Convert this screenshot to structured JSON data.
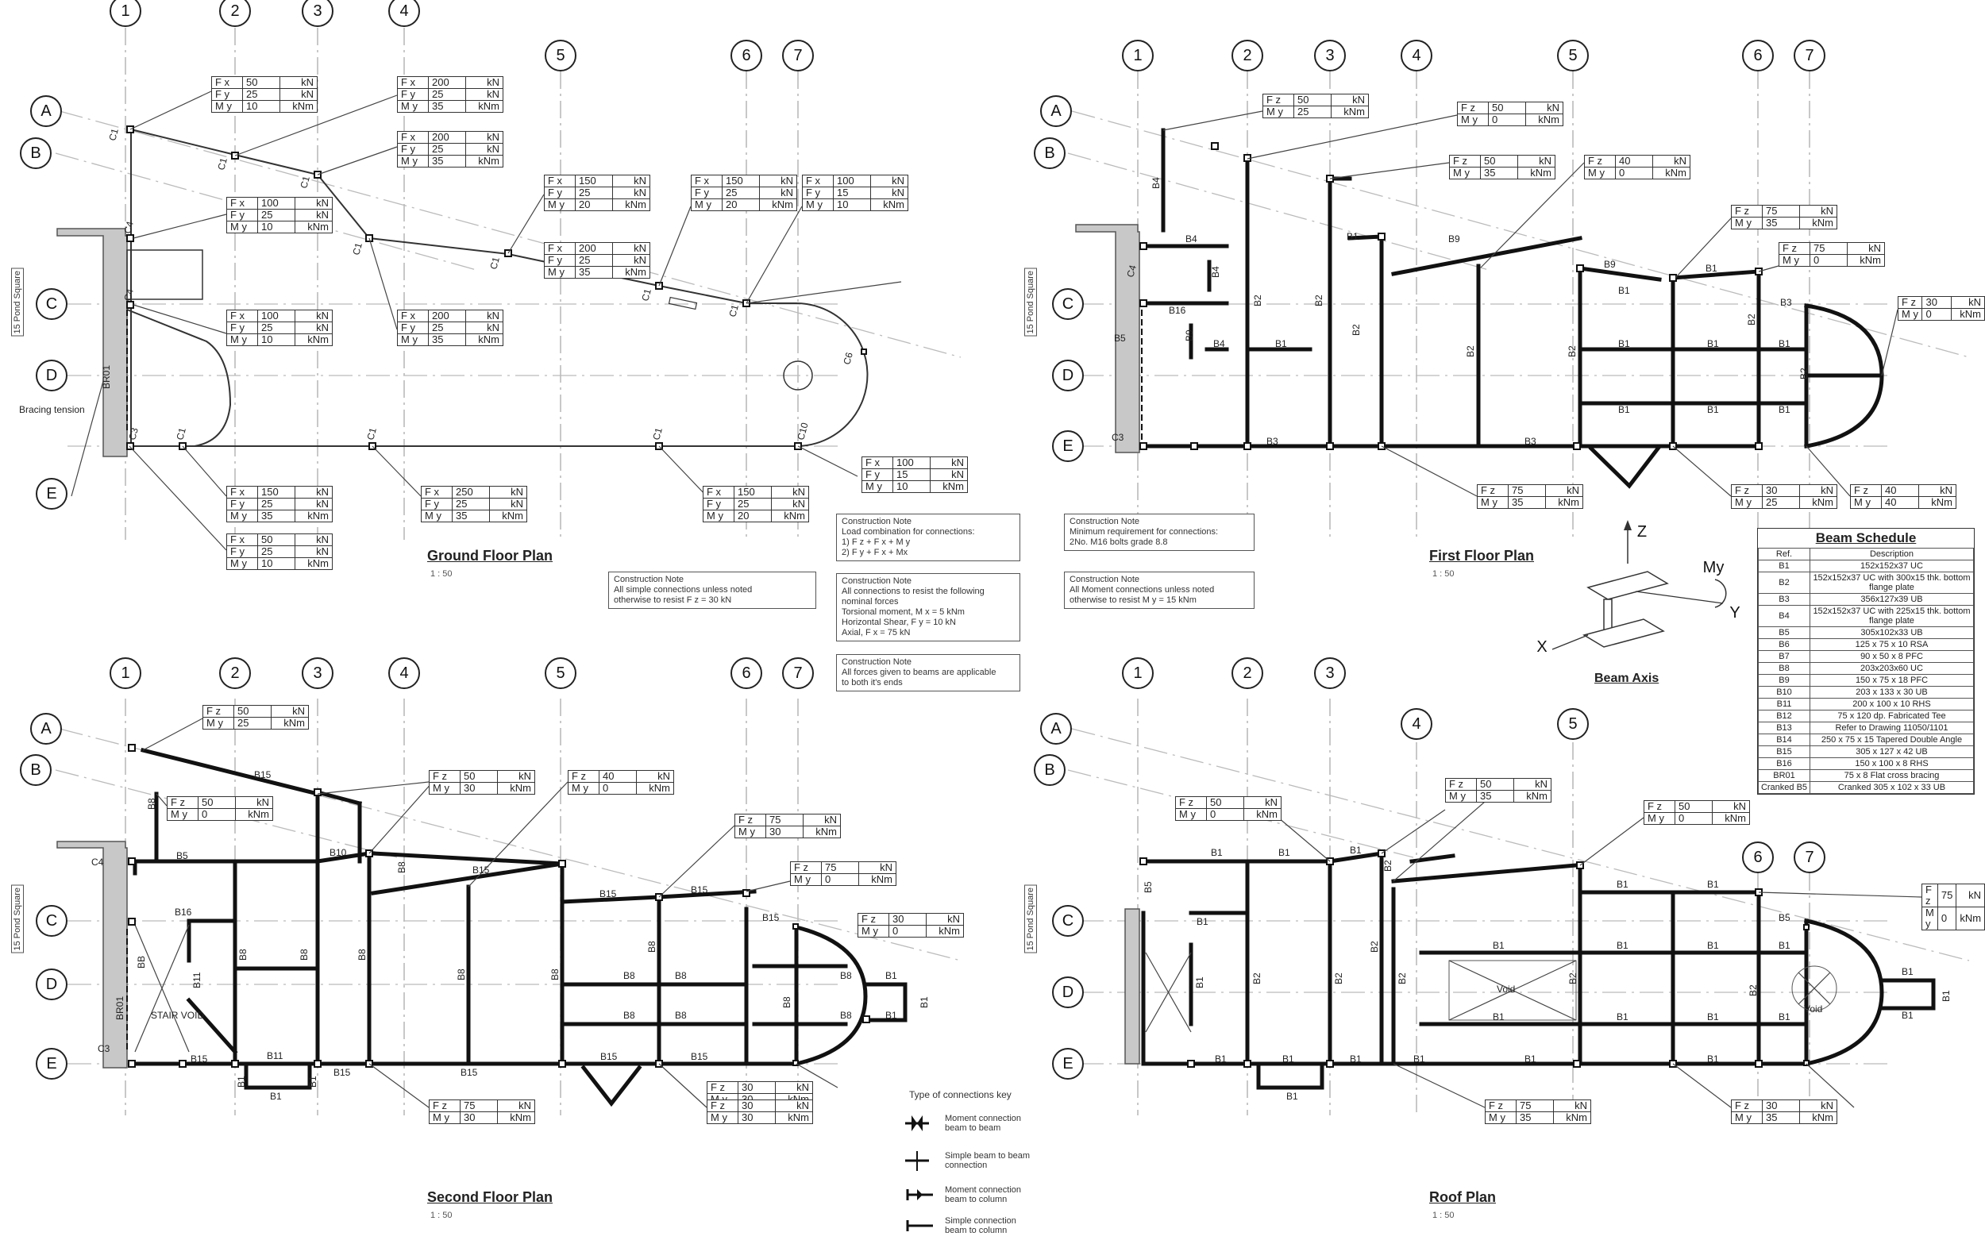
{
  "plans": {
    "ground": {
      "title": "Ground Floor Plan",
      "scale": "1 : 50"
    },
    "first": {
      "title": "First Floor Plan",
      "scale": "1 : 50"
    },
    "second": {
      "title": "Second Floor Plan",
      "scale": "1 : 50"
    },
    "roof": {
      "title": "Roof Plan",
      "scale": "1 : 50"
    }
  },
  "grid": {
    "numbers": [
      "1",
      "2",
      "3",
      "4",
      "5",
      "6",
      "7"
    ],
    "letters": [
      "A",
      "B",
      "C",
      "D",
      "E"
    ]
  },
  "side_label": "15 Pond Square",
  "ground_labels": {
    "bracing": "Bracing tension",
    "br01": "BR01"
  },
  "force_tables": {
    "g1": [
      [
        "F x",
        "50",
        "kN"
      ],
      [
        "F y",
        "25",
        "kN"
      ],
      [
        "M y",
        "10",
        "kNm"
      ]
    ],
    "g2": [
      [
        "F x",
        "200",
        "kN"
      ],
      [
        "F y",
        "25",
        "kN"
      ],
      [
        "M y",
        "35",
        "kNm"
      ]
    ],
    "g3": [
      [
        "F x",
        "200",
        "kN"
      ],
      [
        "F y",
        "25",
        "kN"
      ],
      [
        "M y",
        "35",
        "kNm"
      ]
    ],
    "g4": [
      [
        "F x",
        "100",
        "kN"
      ],
      [
        "F y",
        "25",
        "kN"
      ],
      [
        "M y",
        "10",
        "kNm"
      ]
    ],
    "g5": [
      [
        "F x",
        "200",
        "kN"
      ],
      [
        "F y",
        "25",
        "kN"
      ],
      [
        "M y",
        "35",
        "kNm"
      ]
    ],
    "g6": [
      [
        "F x",
        "150",
        "kN"
      ],
      [
        "F y",
        "25",
        "kN"
      ],
      [
        "M y",
        "20",
        "kNm"
      ]
    ],
    "g7": [
      [
        "F x",
        "150",
        "kN"
      ],
      [
        "F y",
        "25",
        "kN"
      ],
      [
        "M y",
        "20",
        "kNm"
      ]
    ],
    "g8": [
      [
        "F x",
        "100",
        "kN"
      ],
      [
        "F y",
        "15",
        "kN"
      ],
      [
        "M y",
        "10",
        "kNm"
      ]
    ],
    "g9": [
      [
        "F x",
        "100",
        "kN"
      ],
      [
        "F y",
        "25",
        "kN"
      ],
      [
        "M y",
        "10",
        "kNm"
      ]
    ],
    "g10": [
      [
        "F x",
        "200",
        "kN"
      ],
      [
        "F y",
        "25",
        "kN"
      ],
      [
        "M y",
        "35",
        "kNm"
      ]
    ],
    "g11": [
      [
        "F x",
        "100",
        "kN"
      ],
      [
        "F y",
        "15",
        "kN"
      ],
      [
        "M y",
        "10",
        "kNm"
      ]
    ],
    "g12": [
      [
        "F x",
        "150",
        "kN"
      ],
      [
        "F y",
        "25",
        "kN"
      ],
      [
        "M y",
        "35",
        "kNm"
      ]
    ],
    "g13": [
      [
        "F x",
        "250",
        "kN"
      ],
      [
        "F y",
        "25",
        "kN"
      ],
      [
        "M y",
        "35",
        "kNm"
      ]
    ],
    "g14": [
      [
        "F x",
        "150",
        "kN"
      ],
      [
        "F y",
        "25",
        "kN"
      ],
      [
        "M y",
        "20",
        "kNm"
      ]
    ],
    "g15": [
      [
        "F x",
        "50",
        "kN"
      ],
      [
        "F y",
        "25",
        "kN"
      ],
      [
        "M y",
        "10",
        "kNm"
      ]
    ],
    "f1": [
      [
        "F z",
        "50",
        "kN"
      ],
      [
        "M y",
        "25",
        "kNm"
      ]
    ],
    "f2": [
      [
        "F z",
        "50",
        "kN"
      ],
      [
        "M y",
        "0",
        "kNm"
      ]
    ],
    "f3": [
      [
        "F z",
        "50",
        "kN"
      ],
      [
        "M y",
        "35",
        "kNm"
      ]
    ],
    "f4": [
      [
        "F z",
        "40",
        "kN"
      ],
      [
        "M y",
        "0",
        "kNm"
      ]
    ],
    "f5": [
      [
        "F z",
        "75",
        "kN"
      ],
      [
        "M y",
        "35",
        "kNm"
      ]
    ],
    "f6": [
      [
        "F z",
        "75",
        "kN"
      ],
      [
        "M y",
        "0",
        "kNm"
      ]
    ],
    "f7": [
      [
        "F z",
        "30",
        "kN"
      ],
      [
        "M y",
        "0",
        "kNm"
      ]
    ],
    "f8": [
      [
        "F z",
        "75",
        "kN"
      ],
      [
        "M y",
        "35",
        "kNm"
      ]
    ],
    "f9": [
      [
        "F z",
        "30",
        "kN"
      ],
      [
        "M y",
        "25",
        "kNm"
      ]
    ],
    "f10": [
      [
        "F z",
        "40",
        "kN"
      ],
      [
        "M y",
        "40",
        "kNm"
      ]
    ],
    "s1": [
      [
        "F z",
        "50",
        "kN"
      ],
      [
        "M y",
        "25",
        "kNm"
      ]
    ],
    "s2": [
      [
        "F z",
        "50",
        "kN"
      ],
      [
        "M y",
        "0",
        "kNm"
      ]
    ],
    "s3": [
      [
        "F z",
        "50",
        "kN"
      ],
      [
        "M y",
        "30",
        "kNm"
      ]
    ],
    "s4": [
      [
        "F z",
        "40",
        "kN"
      ],
      [
        "M y",
        "0",
        "kNm"
      ]
    ],
    "s5": [
      [
        "F z",
        "75",
        "kN"
      ],
      [
        "M y",
        "30",
        "kNm"
      ]
    ],
    "s6": [
      [
        "F z",
        "75",
        "kN"
      ],
      [
        "M y",
        "0",
        "kNm"
      ]
    ],
    "s7": [
      [
        "F z",
        "30",
        "kN"
      ],
      [
        "M y",
        "0",
        "kNm"
      ]
    ],
    "s8": [
      [
        "F z",
        "75",
        "kN"
      ],
      [
        "M y",
        "30",
        "kNm"
      ]
    ],
    "s9": [
      [
        "F z",
        "30",
        "kN"
      ],
      [
        "M y",
        "30",
        "kNm"
      ]
    ],
    "s10": [
      [
        "F z",
        "30",
        "kN"
      ],
      [
        "M y",
        "30",
        "kNm"
      ]
    ],
    "r1": [
      [
        "F z",
        "50",
        "kN"
      ],
      [
        "M y",
        "0",
        "kNm"
      ]
    ],
    "r2": [
      [
        "F z",
        "50",
        "kN"
      ],
      [
        "M y",
        "35",
        "kNm"
      ]
    ],
    "r3": [
      [
        "F z",
        "50",
        "kN"
      ],
      [
        "M y",
        "0",
        "kNm"
      ]
    ],
    "r4": [
      [
        "F z",
        "75",
        "kN"
      ],
      [
        "M y",
        "0",
        "kNm"
      ]
    ],
    "r5": [
      [
        "F z",
        "75",
        "kN"
      ],
      [
        "M y",
        "35",
        "kNm"
      ]
    ],
    "r6": [
      [
        "F z",
        "30",
        "kN"
      ],
      [
        "M y",
        "35",
        "kNm"
      ]
    ]
  },
  "notes": {
    "n1": "Construction Note\nLoad combination for connections:\n1)       F z + F x + M y\n2)       F y + F x + Mx",
    "n2": "Construction Note\nAll simple connections unless noted\notherwise to resist   F z = 30 kN",
    "n3": "Construction Note\nAll connections to resist the following\nnominal forces\nTorsional moment, M x = 5 kNm\nHorizontal Shear, F y = 10 kN\nAxial, F x = 75 kN",
    "n4": "Construction Note\nAll forces given to beams are applicable\nto both it's ends",
    "n5": "Construction Note\nMinimum requirement for connections:\n2No. M16 bolts grade 8.8",
    "n6": "Construction Note\nAll Moment connections unless noted\notherwise to resist   M y = 15 kNm"
  },
  "beam_axis": {
    "title": "Beam Axis",
    "z": "Z",
    "my": "My",
    "y": "Y",
    "x": "X"
  },
  "beam_schedule": {
    "title": "Beam Schedule",
    "headers": [
      "Ref.",
      "Description"
    ],
    "rows": [
      [
        "B1",
        "152x152x37 UC"
      ],
      [
        "B2",
        "152x152x37 UC with 300x15 thk. bottom flange plate"
      ],
      [
        "B3",
        "356x127x39 UB"
      ],
      [
        "B4",
        "152x152x37 UC with 225x15 thk. bottom flange plate"
      ],
      [
        "B5",
        "305x102x33 UB"
      ],
      [
        "B6",
        "125 x 75 x 10 RSA"
      ],
      [
        "B7",
        "90 x 50 x 8 PFC"
      ],
      [
        "B8",
        "203x203x60 UC"
      ],
      [
        "B9",
        "150 x 75 x 18 PFC"
      ],
      [
        "B10",
        "203 x 133 x 30 UB"
      ],
      [
        "B11",
        "200 x 100 x 10 RHS"
      ],
      [
        "B12",
        "75 x 120 dp. Fabricated Tee"
      ],
      [
        "B13",
        "Refer to Drawing 11050/1101"
      ],
      [
        "B14",
        "250 x 75 x 15 Tapered Double Angle"
      ],
      [
        "B15",
        "305 x 127 x 42 UB"
      ],
      [
        "B16",
        "150 x 100 x 8 RHS"
      ],
      [
        "BR01",
        "75 x 8 Flat cross bracing"
      ],
      [
        "Cranked B5",
        "Cranked 305 x 102 x 33 UB"
      ]
    ]
  },
  "connections_key": {
    "title": "Type of connections key",
    "items": [
      "Moment connection beam to beam",
      "Simple beam to beam connection",
      "Moment connection beam to column",
      "Simple connection beam to column"
    ]
  },
  "void_labels": {
    "stair": "STAIR VOID",
    "void": "Void"
  }
}
